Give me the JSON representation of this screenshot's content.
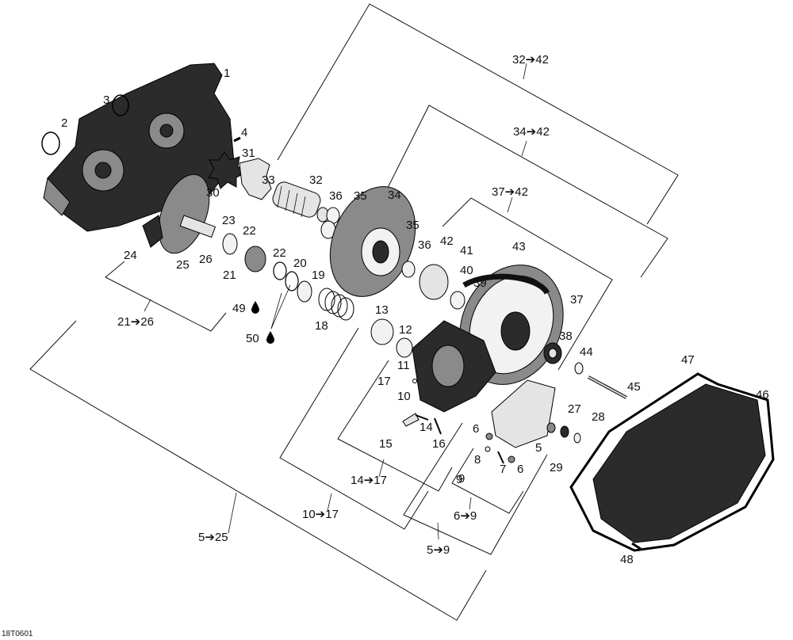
{
  "figure_ref": "18T0601",
  "callouts": [
    "1",
    "2",
    "3",
    "4",
    "5",
    "6",
    "6",
    "7",
    "8",
    "9",
    "9",
    "10",
    "11",
    "12",
    "13",
    "14",
    "15",
    "16",
    "17",
    "18",
    "19",
    "20",
    "21",
    "22",
    "22",
    "23",
    "24",
    "25",
    "26",
    "27",
    "28",
    "29",
    "30",
    "31",
    "32",
    "33",
    "34",
    "35",
    "35",
    "36",
    "36",
    "37",
    "38",
    "39",
    "40",
    "41",
    "42",
    "43",
    "44",
    "45",
    "46",
    "47",
    "48",
    "49",
    "50"
  ],
  "groups": [
    "32➔42",
    "34➔42",
    "37➔42",
    "21➔26",
    "14➔17",
    "10➔17",
    "6➔9",
    "5➔9",
    "5➔25"
  ],
  "lube_icon": "oil-drop-icon"
}
